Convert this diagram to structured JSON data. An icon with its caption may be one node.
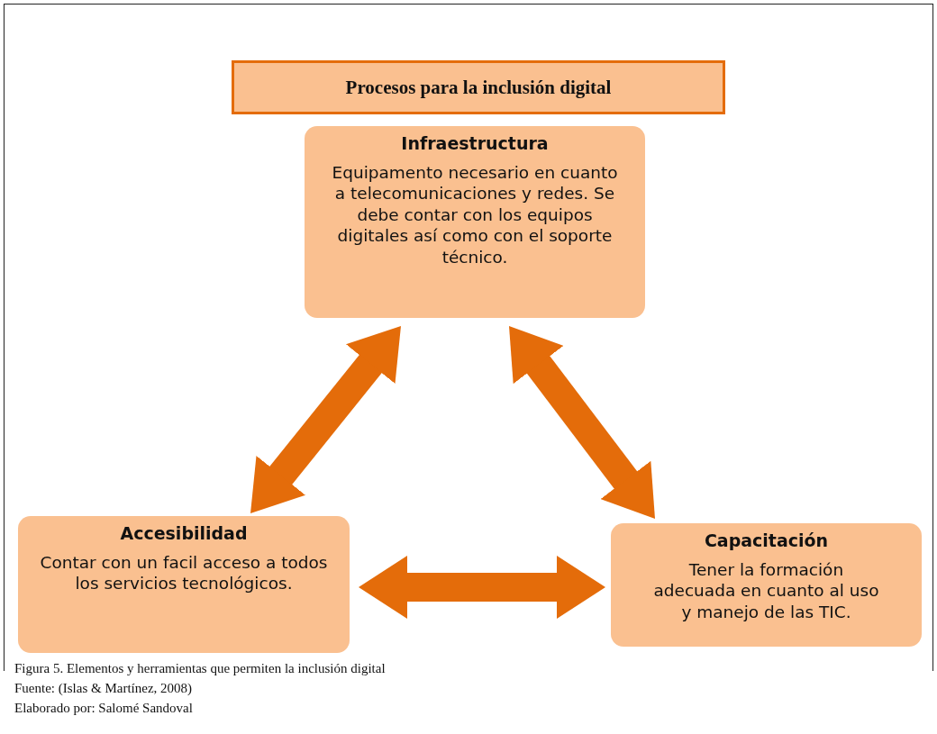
{
  "diagram": {
    "caption": "Figura 5. Elementos  y herramientas que permiten la inclusión digital",
    "nodes": [
      {
        "text": [
          "Procesos para la inclusión digital"
        ]
      },
      {
        "text": [
          "Infraestructura",
          "Equipamento necesario en cuanto a telecomunicaciones y redes. Se debe contar con los equipos digitales así como con el soporte técnico."
        ]
      },
      {
        "text": [
          "Accesibilidad",
          "Contar con un facil acceso a todos los servicios tecnológicos."
        ]
      },
      {
        "text": [
          "Capacitación",
          "Tener la formación adecuada en cuanto al uso  y manejo de las TIC."
        ]
      }
    ],
    "edges": [
      {
        "from": 1,
        "to": 2,
        "arrow": "both"
      },
      {
        "from": 1,
        "to": 3,
        "arrow": "both"
      },
      {
        "from": 2,
        "to": 3,
        "arrow": "both"
      }
    ],
    "labels": [
      "Fuente: (Islas & Martínez, 2008)",
      "Elaborado por: Salomé Sandoval"
    ]
  }
}
